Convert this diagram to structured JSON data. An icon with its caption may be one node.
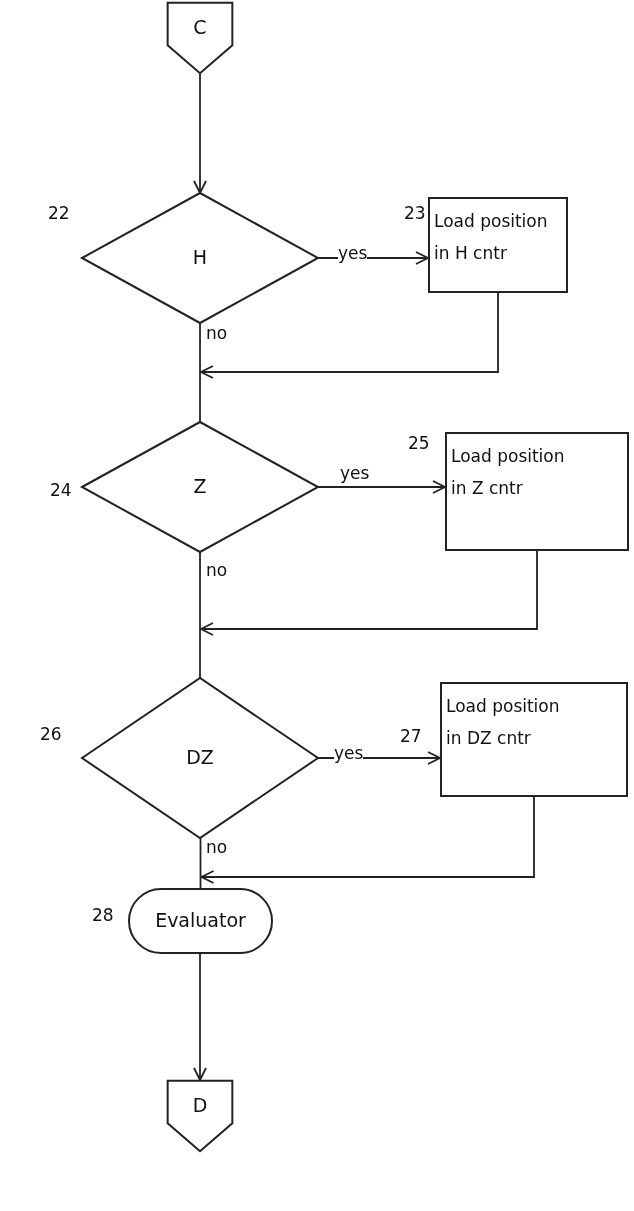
{
  "diagram": {
    "nodes": [
      {
        "text": [
          "C"
        ]
      },
      {
        "text": [
          "H"
        ],
        "beside": [
          "22"
        ]
      },
      {
        "text": [
          "Load position in H cntr"
        ],
        "beside": [
          "23"
        ]
      },
      {
        "text": [
          "Z"
        ],
        "beside": [
          "24"
        ]
      },
      {
        "text": [
          "Load position in Z cntr"
        ],
        "beside": [
          "25"
        ]
      },
      {
        "text": [
          "DZ"
        ],
        "beside": [
          "26"
        ]
      },
      {
        "text": [
          "Load position in DZ cntr"
        ],
        "beside": [
          "27"
        ]
      },
      {
        "text": [
          "Evaluator"
        ],
        "beside": [
          "28"
        ]
      },
      {
        "text": [
          "D"
        ]
      }
    ],
    "edges": [
      {
        "from": 0,
        "to": 1,
        "arrow": "to"
      },
      {
        "from": 1,
        "to": 2,
        "arrow": "to",
        "label": "yes"
      },
      {
        "from": 1,
        "to": 3,
        "arrow": "none",
        "label": "no"
      },
      {
        "from": 2,
        "to": 3,
        "arrow": "to"
      },
      {
        "from": 3,
        "to": 4,
        "arrow": "to",
        "label": "yes"
      },
      {
        "from": 3,
        "to": 5,
        "arrow": "none",
        "label": "no"
      },
      {
        "from": 4,
        "to": 5,
        "arrow": "to"
      },
      {
        "from": 5,
        "to": 6,
        "arrow": "to",
        "label": "yes"
      },
      {
        "from": 5,
        "to": 7,
        "arrow": "none",
        "label": "no"
      },
      {
        "from": 6,
        "to": 7,
        "arrow": "to"
      },
      {
        "from": 7,
        "to": 8,
        "arrow": "to"
      }
    ]
  }
}
